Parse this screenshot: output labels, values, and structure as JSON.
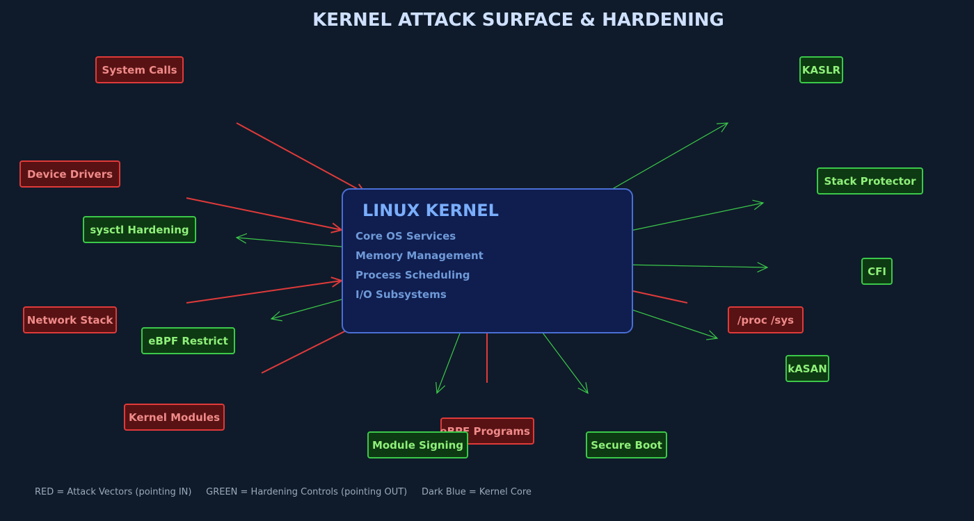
{
  "title": "KERNEL ATTACK SURFACE & HARDENING",
  "kernel": {
    "title": "LINUX KERNEL",
    "items": [
      "Core OS Services",
      "Memory Management",
      "Process Scheduling",
      "I/O Subsystems"
    ]
  },
  "attack_vectors": [
    "System Calls",
    "Device Drivers",
    "Network Stack",
    "Kernel Modules",
    "eBPF Programs",
    "/proc /sys"
  ],
  "hardening_controls": [
    "KASLR",
    "Stack Protector",
    "CFI",
    "kASAN",
    "sysctl Hardening",
    "eBPF Restrict",
    "Module Signing",
    "Secure Boot"
  ],
  "legend": {
    "red": "RED = Attack Vectors (pointing IN)",
    "green": "GREEN = Hardening Controls (pointing OUT)",
    "blue": "Dark Blue = Kernel Core"
  },
  "colors": {
    "background": "#0f1b2a",
    "attack": "#e03a3a",
    "hardening": "#3cc94a",
    "kernel": "#0f1d4f"
  }
}
